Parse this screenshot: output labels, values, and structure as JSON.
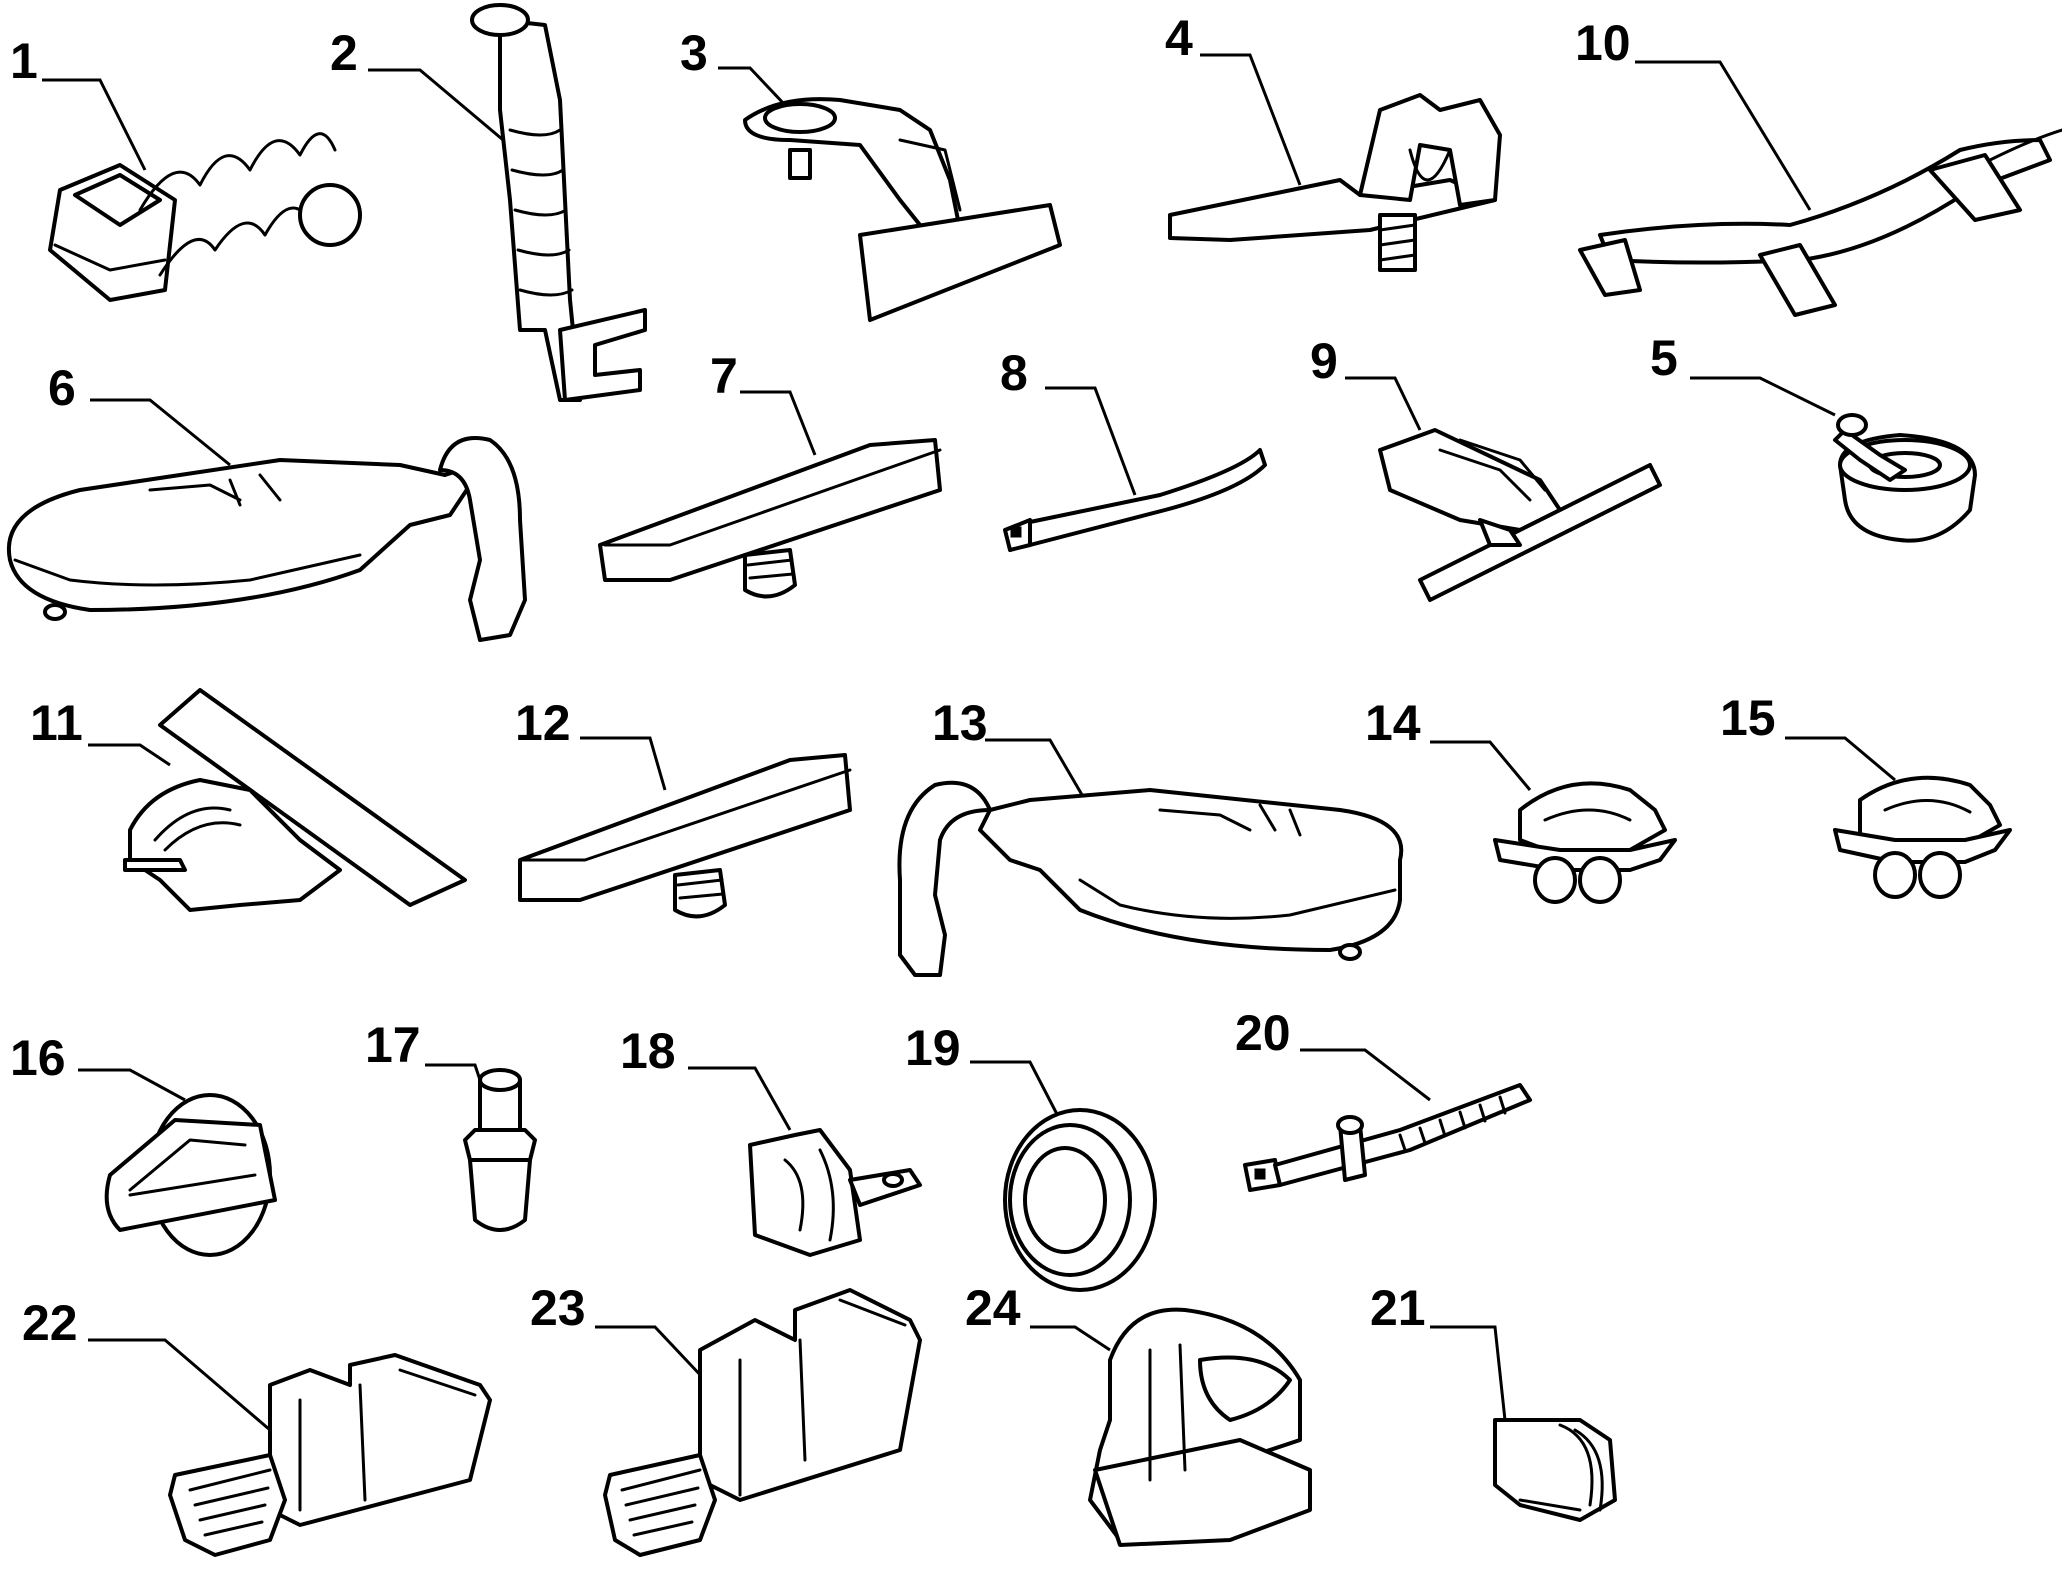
{
  "parts": [
    {
      "id": "part-1",
      "label": "1"
    },
    {
      "id": "part-2",
      "label": "2"
    },
    {
      "id": "part-3",
      "label": "3"
    },
    {
      "id": "part-4",
      "label": "4"
    },
    {
      "id": "part-10",
      "label": "10"
    },
    {
      "id": "part-6",
      "label": "6"
    },
    {
      "id": "part-7",
      "label": "7"
    },
    {
      "id": "part-8",
      "label": "8"
    },
    {
      "id": "part-9",
      "label": "9"
    },
    {
      "id": "part-5",
      "label": "5"
    },
    {
      "id": "part-11",
      "label": "11"
    },
    {
      "id": "part-12",
      "label": "12"
    },
    {
      "id": "part-13",
      "label": "13"
    },
    {
      "id": "part-14",
      "label": "14"
    },
    {
      "id": "part-15",
      "label": "15"
    },
    {
      "id": "part-16",
      "label": "16"
    },
    {
      "id": "part-17",
      "label": "17"
    },
    {
      "id": "part-18",
      "label": "18"
    },
    {
      "id": "part-19",
      "label": "19"
    },
    {
      "id": "part-20",
      "label": "20"
    },
    {
      "id": "part-22",
      "label": "22"
    },
    {
      "id": "part-23",
      "label": "23"
    },
    {
      "id": "part-24",
      "label": "24"
    },
    {
      "id": "part-21",
      "label": "21"
    }
  ]
}
